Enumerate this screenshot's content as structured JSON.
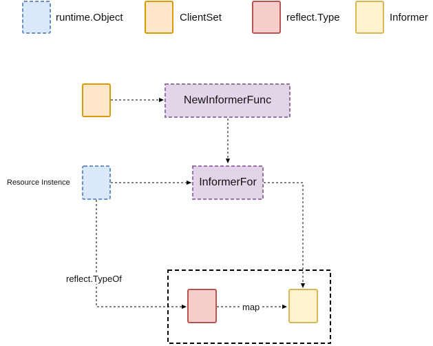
{
  "colors": {
    "runtime_object": {
      "fill": "#dae8fc",
      "stroke": "#6c8ebf"
    },
    "clientset": {
      "fill": "#ffe6cc",
      "stroke": "#d79b00"
    },
    "reflect_type": {
      "fill": "#f8cecc",
      "stroke": "#b85450"
    },
    "informer": {
      "fill": "#fff2cc",
      "stroke": "#d6b656"
    },
    "function": {
      "fill": "#e1d5e7",
      "stroke": "#9673a6"
    },
    "edge": "#000000"
  },
  "legend": {
    "runtime_object": "runtime.Object",
    "clientset": "ClientSet",
    "reflect_type": "reflect.Type",
    "informer": "Informer"
  },
  "nodes": {
    "new_informer_func": "NewInformerFunc",
    "informer_for": "InformerFor",
    "resource_instance_label": "Resource Instence"
  },
  "edges": {
    "reflect_typeof": "reflect.TypeOf",
    "map": "map"
  }
}
